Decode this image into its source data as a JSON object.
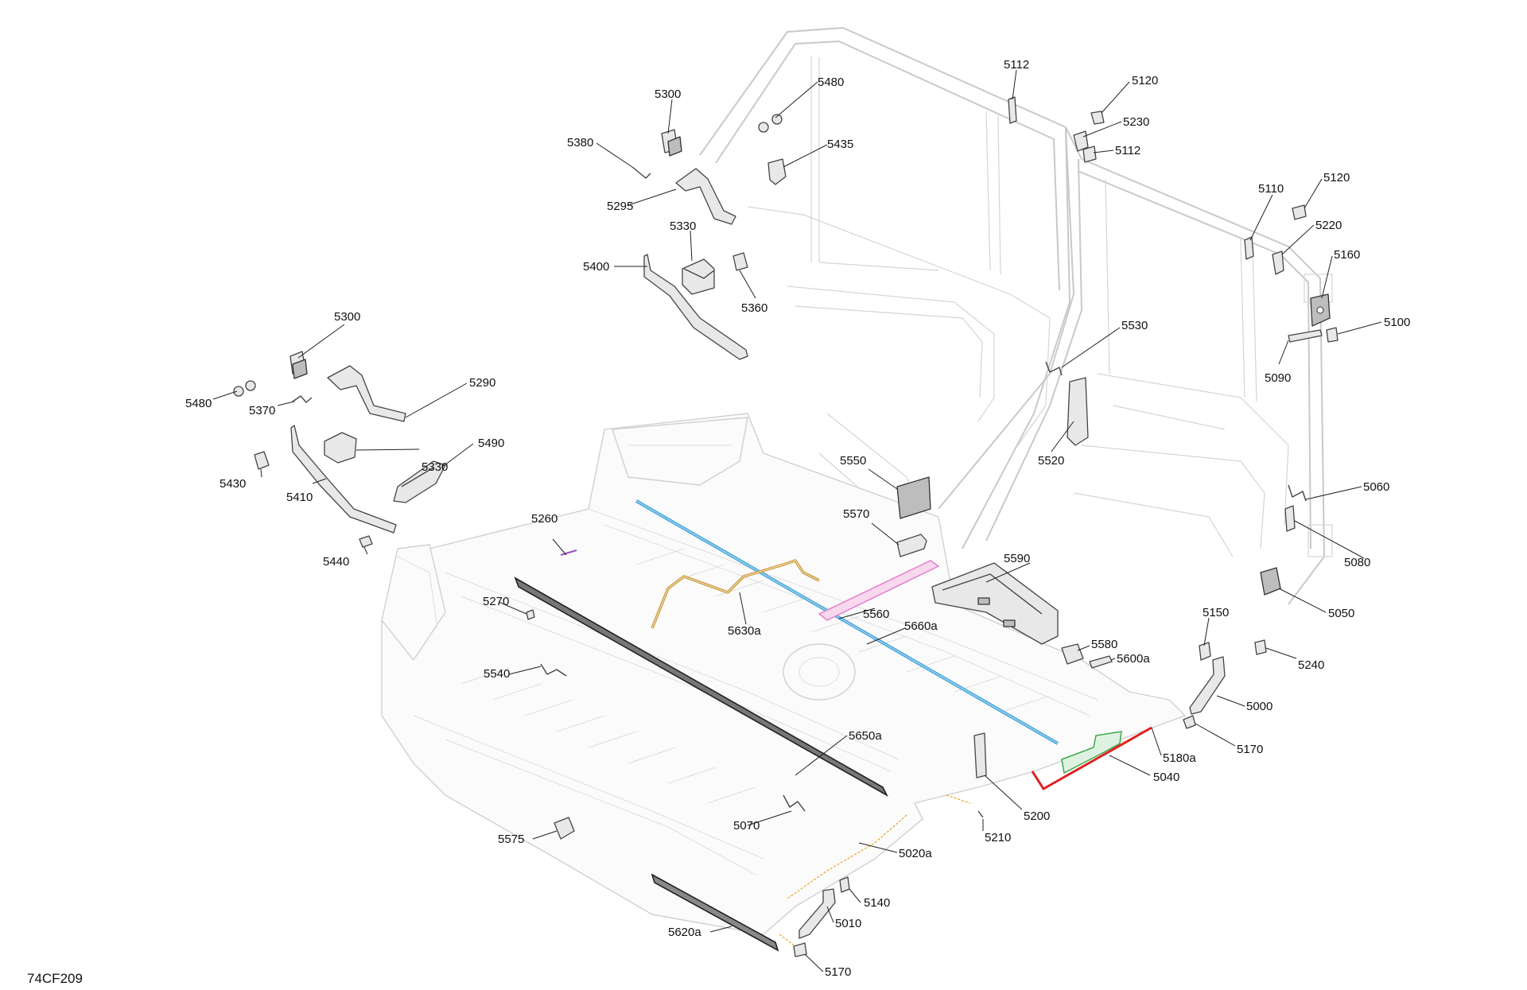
{
  "figure": {
    "reference_code": "74CF209"
  },
  "colors": {
    "blue_strip": "#3aa0d8",
    "pink_strip": "#e57fc7",
    "orange_strip": "#c8963c",
    "red_strip": "#e02020",
    "green_part": "#3aa84a",
    "purple_mark": "#9c4fc0",
    "yellow_edge": "#f0a020"
  },
  "callouts": {
    "c5300a": "5300",
    "c5480a": "5480",
    "c5380": "5380",
    "c5435": "5435",
    "c5295": "5295",
    "c5330a": "5330",
    "c5400": "5400",
    "c5360": "5360",
    "c5112a": "5112",
    "c5120a": "5120",
    "c5230": "5230",
    "c5112b": "5112",
    "c5110": "5110",
    "c5120b": "5120",
    "c5220": "5220",
    "c5160": "5160",
    "c5100": "5100",
    "c5090": "5090",
    "c5530": "5530",
    "c5300b": "5300",
    "c5290": "5290",
    "c5480b": "5480",
    "c5370": "5370",
    "c5330b": "5330",
    "c5490": "5490",
    "c5430": "5430",
    "c5410": "5410",
    "c5520": "5520",
    "c5550": "5550",
    "c5060": "5060",
    "c5570": "5570",
    "c5260": "5260",
    "c5590": "5590",
    "c5080": "5080",
    "c5440": "5440",
    "c5270": "5270",
    "c5560": "5560",
    "c5660a": "5660a",
    "c5630a": "5630a",
    "c5050": "5050",
    "c5150": "5150",
    "c5580": "5580",
    "c5600a": "5600a",
    "c5240": "5240",
    "c5540": "5540",
    "c5000": "5000",
    "c5650a": "5650a",
    "c5170a": "5170",
    "c5180a": "5180a",
    "c5040": "5040",
    "c5200": "5200",
    "c5070": "5070",
    "c5210": "5210",
    "c5575": "5575",
    "c5020a": "5020a",
    "c5140": "5140",
    "c5010": "5010",
    "c5620a": "5620a",
    "c5170b": "5170"
  }
}
